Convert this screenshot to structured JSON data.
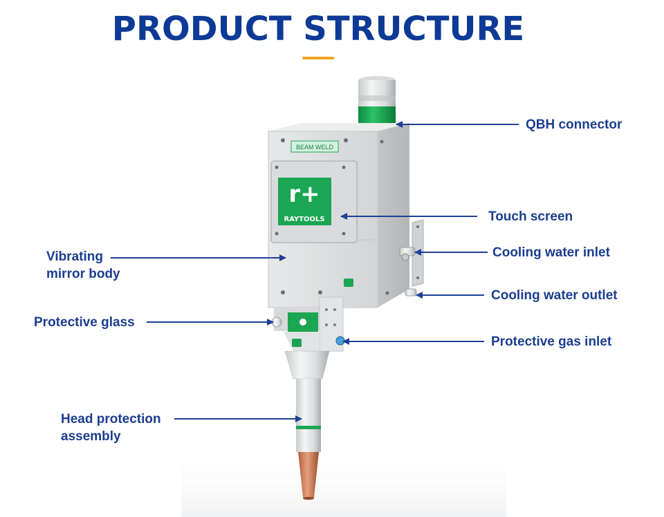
{
  "title": "PRODUCT STRUCTURE",
  "product": {
    "model_plate": "BEAM WELD",
    "brand": "RAYTOOLS",
    "logo_mark": "r+"
  },
  "callouts": {
    "qbh_connector": "QBH connector",
    "touch_screen": "Touch screen",
    "cooling_water_inlet": "Cooling water inlet",
    "cooling_water_outlet": "Cooling water outlet",
    "protective_gas_inlet": "Protective gas inlet",
    "vibrating_mirror_body_line1": "Vibrating",
    "vibrating_mirror_body_line2": "mirror body",
    "protective_glass": "Protective glass",
    "head_protection_assembly_line1": "Head protection",
    "head_protection_assembly_line2": "assembly"
  },
  "colors": {
    "title": "#0d3a96",
    "accent_underline": "#f2a623",
    "label_text": "#1b3d8f",
    "arrow": "#1d3f94",
    "brand_green": "#1aa653"
  }
}
